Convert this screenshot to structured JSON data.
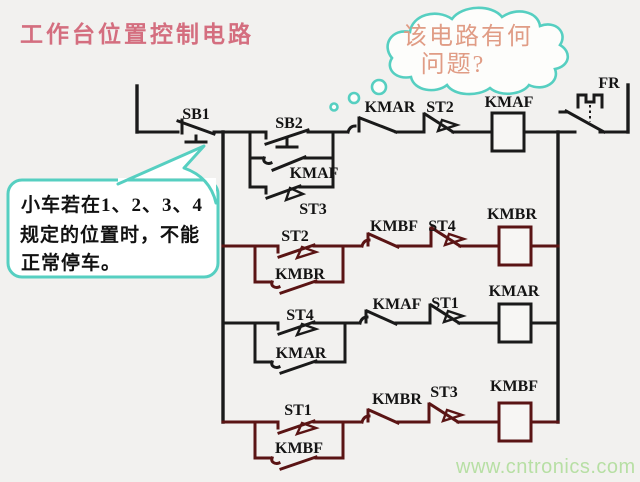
{
  "title": {
    "text": "工作台位置控制电路",
    "color": "#d46e7f"
  },
  "thought_bubble": {
    "line1": "该电路有何",
    "line2": "问题?",
    "text_color": "#e09c85",
    "border_color": "#56cfc1"
  },
  "speech_bubble": {
    "line1": "小车若在1、2、3、4",
    "line2": "规定的位置时，不能",
    "line3": "正常停车。",
    "border_color": "#56cfc1"
  },
  "watermark": {
    "text": "www.cntronics.com",
    "color": "#b7dfa4"
  },
  "circuit": {
    "wire_color_black": "#1a1a1a",
    "wire_color_maroon": "#5a1414",
    "row1": {
      "sb1": "SB1",
      "sb2": "SB2",
      "kmaf_hold": "KMAF",
      "st3_hold": "ST3",
      "kmar_nc": "KMAR",
      "st2_nc": "ST2",
      "kmaf_coil": "KMAF",
      "fr": "FR"
    },
    "row2": {
      "st2_no": "ST2",
      "kmbr_hold": "KMBR",
      "kmbf_nc": "KMBF",
      "st4_nc": "ST4",
      "kmbr_coil": "KMBR"
    },
    "row3": {
      "st4_no": "ST4",
      "kmar_hold": "KMAR",
      "kmaf_nc": "KMAF",
      "st1_nc": "ST1",
      "kmar_coil": "KMAR"
    },
    "row4": {
      "st1_no": "ST1",
      "kmbf_hold": "KMBF",
      "kmbr_nc": "KMBR",
      "st3_nc": "ST3",
      "kmbf_coil": "KMBF"
    }
  }
}
